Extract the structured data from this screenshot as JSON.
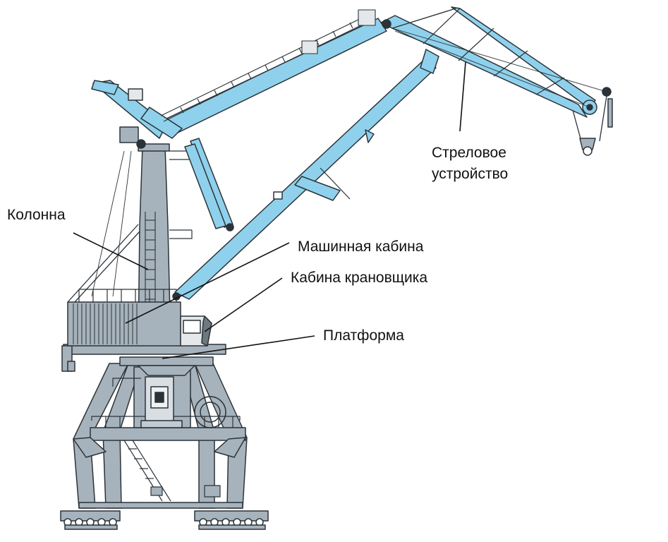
{
  "labels": {
    "boom": "Стреловое устройство",
    "column": "Колонна",
    "machine_cabin": "Машинная кабина",
    "operator_cabin": "Кабина крановщика",
    "platform": "Платформа"
  },
  "colors": {
    "boom_blue": "#8fd1ec",
    "structure_gray": "#a7b3bc",
    "outline": "#2b3338",
    "leader": "#111111",
    "background": "#ffffff"
  }
}
